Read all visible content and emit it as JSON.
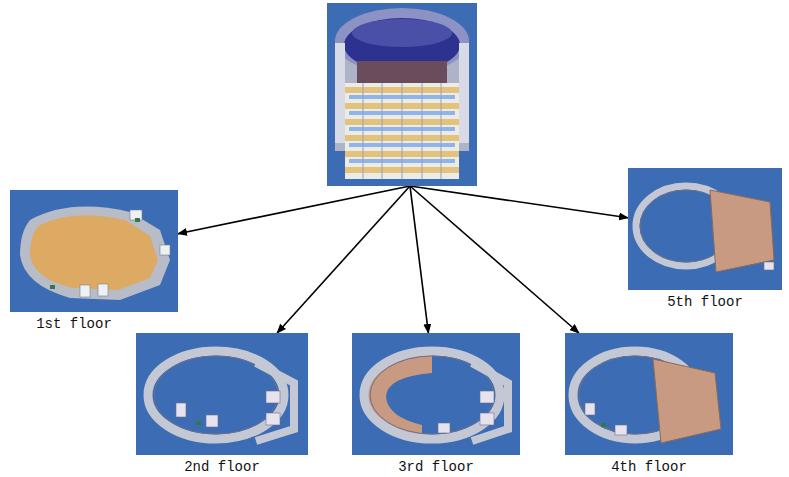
{
  "diagram": {
    "nodes": [
      {
        "text": []
      },
      {
        "text": [
          "1st floor"
        ]
      },
      {
        "text": [
          "2nd floor"
        ]
      },
      {
        "text": [
          "3rd floor"
        ]
      },
      {
        "text": [
          "4th floor"
        ]
      },
      {
        "text": [
          "5th floor"
        ]
      }
    ],
    "edges": [
      {
        "from": 0,
        "to": 1,
        "arrow": "to"
      },
      {
        "from": 0,
        "to": 2,
        "arrow": "to"
      },
      {
        "from": 0,
        "to": 3,
        "arrow": "to"
      },
      {
        "from": 0,
        "to": 4,
        "arrow": "to"
      },
      {
        "from": 0,
        "to": 5,
        "arrow": "to"
      }
    ]
  }
}
